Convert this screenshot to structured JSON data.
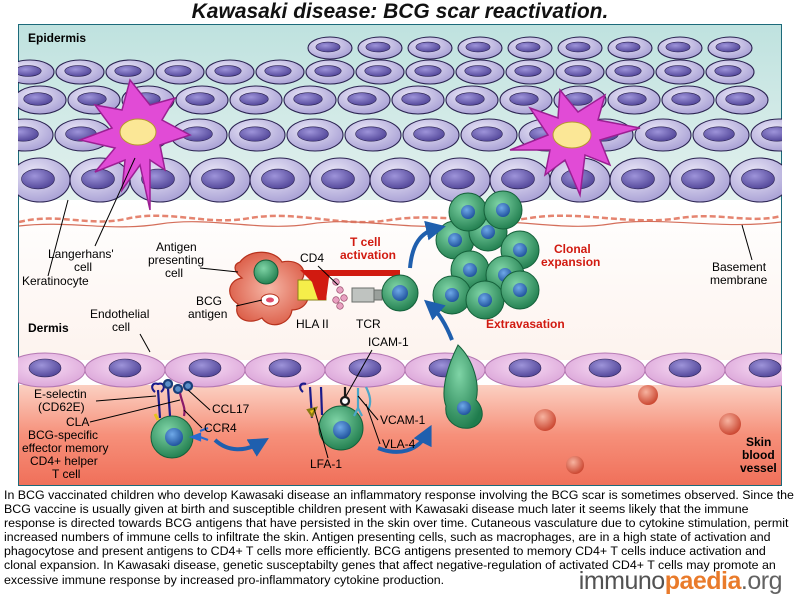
{
  "title": "Kawasaki disease: BCG scar reactivation.",
  "labels": {
    "epidermis": "Epidermis",
    "langerhans_1": "Langerhans'",
    "langerhans_2": "cell",
    "keratinocyte": "Keratinocyte",
    "apc_1": "Antigen",
    "apc_2": "presenting",
    "apc_3": "cell",
    "cd4": "CD4",
    "tcell_act_1": "T cell",
    "tcell_act_2": "activation",
    "clonal_1": "Clonal",
    "clonal_2": "expansion",
    "basement_1": "Basement",
    "basement_2": "membrane",
    "bcg_antigen_1": "BCG",
    "bcg_antigen_2": "antigen",
    "hla2": "HLA II",
    "tcr": "TCR",
    "endothelial_1": "Endothelial",
    "endothelial_2": "cell",
    "dermis": "Dermis",
    "extravasation": "Extravasation",
    "icam1": "ICAM-1",
    "eselectin_1": "E-selectin",
    "eselectin_2": "(CD62E)",
    "cla": "CLA",
    "ccl17": "CCL17",
    "ccr4": "CCR4",
    "vcam1": "VCAM-1",
    "vla4": "VLA-4",
    "lfa1": "LFA-1",
    "bcg_specific_1": "BCG-specific",
    "bcg_specific_2": "effector memory",
    "bcg_specific_3": "CD4+ helper",
    "bcg_specific_4": "T cell",
    "skin_vessel_1": "Skin",
    "skin_vessel_2": "blood",
    "skin_vessel_3": "vessel"
  },
  "caption": "In BCG vaccinated children who develop Kawasaki disease an inflammatory response involving the BCG scar is sometimes observed. Since the BCG vaccine is usually given at birth and susceptible children present with Kawasaki disease much later it seems likely that the immune response is directed towards BCG antigens that have persisted in the skin over time. Cutaneous vasculature due to cytokine stimulation, permit increased numbers of immune cells to infiltrate the skin. Antigen presenting cells, such as macrophages, are in a high state of activation and phagocytose and present antigens to CD4+ T cells more efficiently. BCG antigens presented to memory CD4+ T cells induce activation and clonal expansion. In Kawasaki disease, genetic susceptabilty genes that affect negative-regulation of activated CD4+ T cells may promote an excessive immune response by increased pro-inflammatory cytokine production.",
  "watermark": {
    "part1": "immuno",
    "part2": "paedia",
    "part3": ".org"
  },
  "colors": {
    "keratinocyte": "#b9b3dc",
    "nucleus": "#6b5fb0",
    "langerhans": "#e14bd6",
    "tcell": "#2e9a63",
    "blood": "#f4826e",
    "activation_text": "#d11a10"
  }
}
